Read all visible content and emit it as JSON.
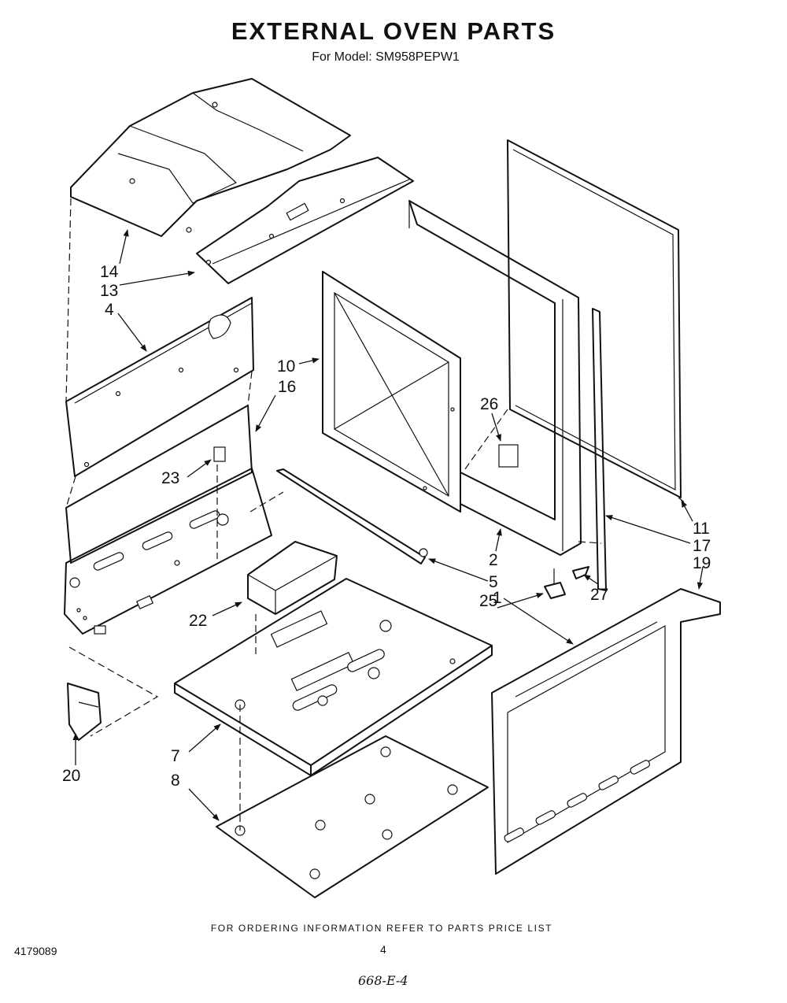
{
  "header": {
    "title": "EXTERNAL OVEN PARTS",
    "subtitle": "For Model: SM958PEPW1"
  },
  "callouts": [
    "14",
    "13",
    "4",
    "10",
    "16",
    "26",
    "23",
    "2",
    "5",
    "25",
    "22",
    "27",
    "11",
    "17",
    "19",
    "1",
    "7",
    "20",
    "8"
  ],
  "footer": {
    "note": "FOR ORDERING INFORMATION REFER TO PARTS PRICE LIST",
    "doc_number": "4179089",
    "page_number": "4",
    "handwritten": "668-E-4"
  }
}
